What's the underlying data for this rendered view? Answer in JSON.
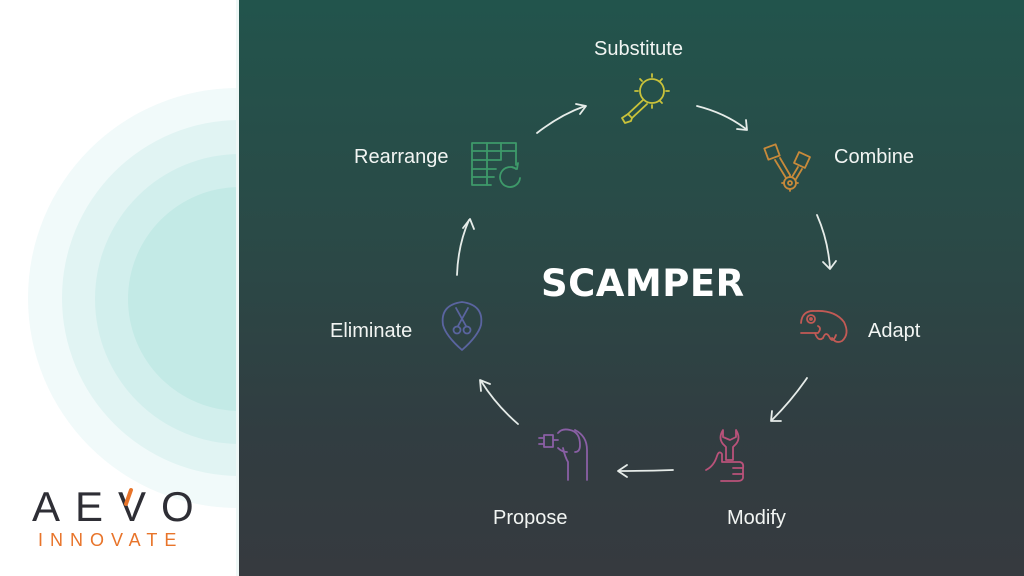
{
  "brand": {
    "name_letters": [
      "A",
      "E",
      "V",
      "O"
    ],
    "name_accent": "/",
    "subtitle": "INNOVATE",
    "colors": {
      "dark": "#2e2e35",
      "accent": "#e8742a"
    }
  },
  "diagram": {
    "title": "SCAMPER",
    "background": {
      "top": "#22544c",
      "bottom": "#363a3f"
    },
    "steps": [
      {
        "label": "Substitute",
        "icon": "magnifier-icon",
        "color": "#c9c23a"
      },
      {
        "label": "Combine",
        "icon": "pistons-gear-icon",
        "color": "#c88a3a"
      },
      {
        "label": "Adapt",
        "icon": "chameleon-icon",
        "color": "#c25a55"
      },
      {
        "label": "Modify",
        "icon": "wrench-thumb-icon",
        "color": "#b9527a"
      },
      {
        "label": "Propose",
        "icon": "hand-holding-plug-icon",
        "color": "#8a5fa5"
      },
      {
        "label": "Eliminate",
        "icon": "scissors-pin-icon",
        "color": "#5a64a0"
      },
      {
        "label": "Rearrange",
        "icon": "table-refresh-icon",
        "color": "#3e9a6a"
      }
    ],
    "arrow_color": "#e6ece9",
    "flow": "clockwise"
  }
}
